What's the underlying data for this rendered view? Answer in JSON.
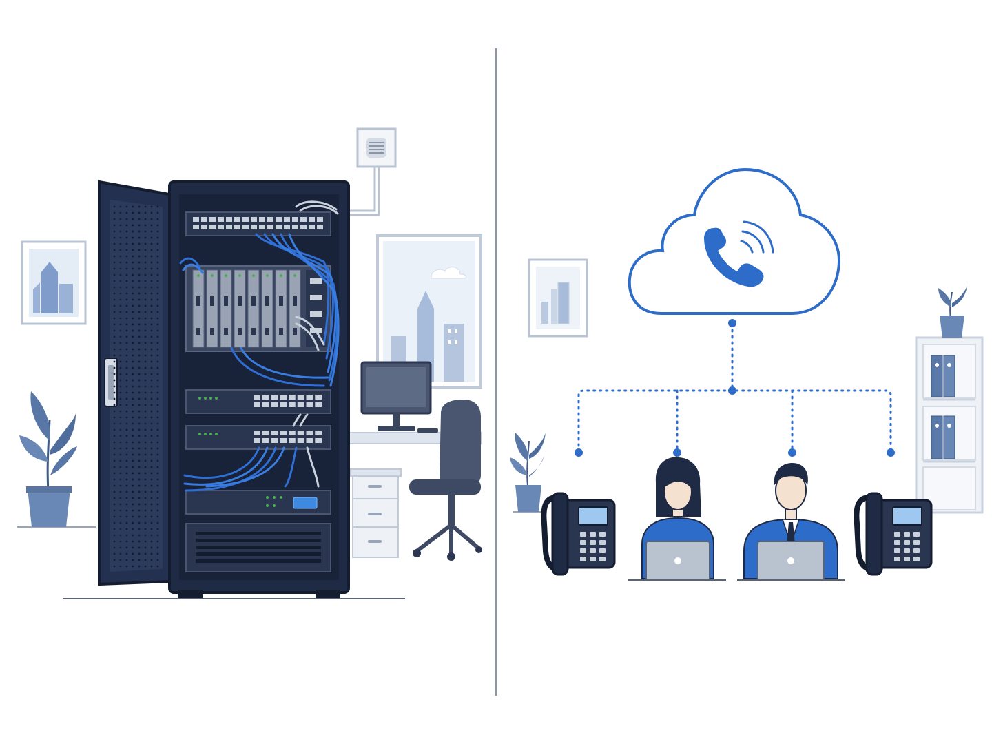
{
  "colors": {
    "background": "#ffffff",
    "rack_dark": "#1f2a44",
    "rack_darker": "#141c30",
    "cable_blue": "#2f6fd6",
    "accent_blue": "#2d6cc8",
    "muted_blue": "#5a78a8",
    "light_gray": "#c9d1dc",
    "pale_gray": "#e8edf3",
    "led_green": "#4caf50",
    "screen_blue": "#9fc8f0",
    "divider": "#8a96a8"
  },
  "icons": {
    "cloud": "cloud-icon",
    "phone": "phone-handset-icon",
    "signal": "signal-waves-icon"
  },
  "panels": {
    "left": {
      "scene": "on-premise-server-rack"
    },
    "right": {
      "scene": "cloud-voip-network"
    }
  },
  "network": {
    "endpoints": [
      "desk-phone",
      "agent-woman",
      "agent-man",
      "desk-phone"
    ]
  }
}
